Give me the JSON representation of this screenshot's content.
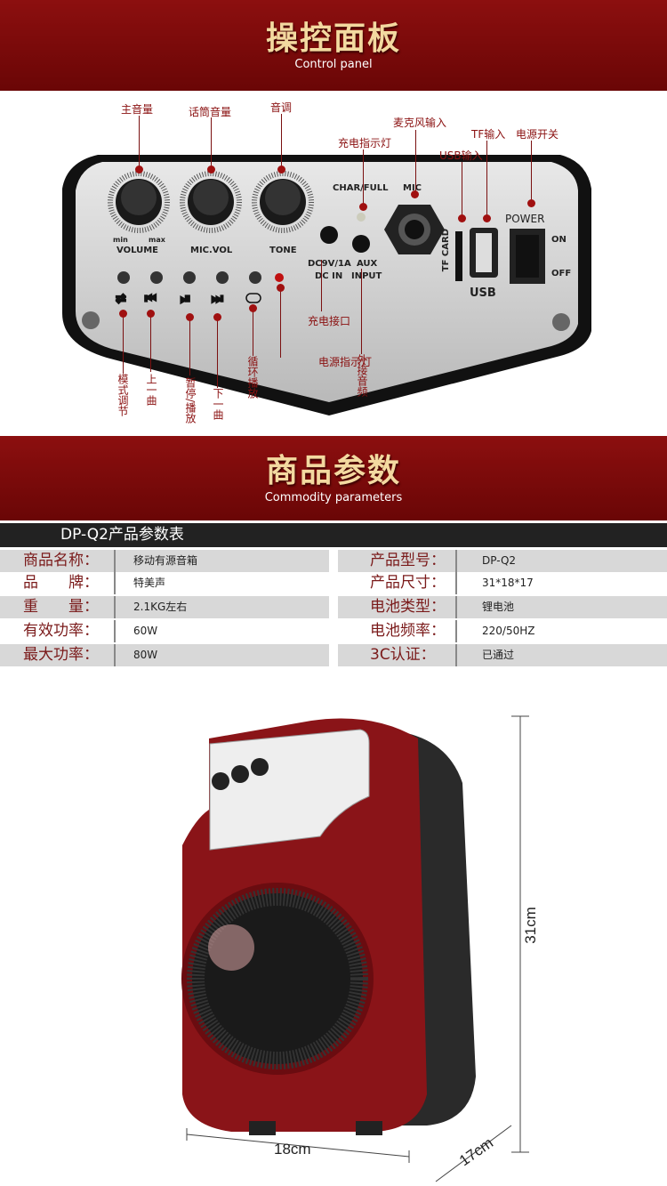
{
  "control_section": {
    "title": "操控面板",
    "subtitle": "Control panel"
  },
  "panel": {
    "callouts": {
      "main_volume": "主音量",
      "mic_volume": "话筒音量",
      "tone": "音调",
      "mic_input": "麦克风输入",
      "charge_indicator": "充电指示灯",
      "usb_input": "USB输入",
      "tf_input": "TF输入",
      "power_switch": "电源开关",
      "charge_port": "充电接口",
      "power_indicator": "电源指示灯",
      "aux_audio": "外接音频",
      "mode": "模式调节",
      "prev": "上一曲",
      "play_pause": "暂停/播放",
      "next": "下一曲",
      "loop": "循环播放"
    },
    "printed": {
      "min": "min",
      "max": "max",
      "volume": "VOLUME",
      "mic_vol": "MIC.VOL",
      "tone": "TONE",
      "char_full": "CHAR/FULL",
      "mic": "MIC",
      "dc": "DC9V/1A",
      "dc_in": "DC IN",
      "aux": "AUX",
      "input": "INPUT",
      "tf_card": "TF CARD",
      "usb": "USB",
      "power": "POWER",
      "on": "ON",
      "off": "OFF"
    }
  },
  "params_section": {
    "title": "商品参数",
    "subtitle": "Commodity parameters"
  },
  "table": {
    "title": "DP-Q2产品参数表",
    "left": [
      {
        "k": "商品名称：",
        "v": "移动有源音箱"
      },
      {
        "k": "品　　牌：",
        "v": "特美声"
      },
      {
        "k": "重　　量：",
        "v": "2.1KG左右"
      },
      {
        "k": "有效功率：",
        "v": "60W"
      },
      {
        "k": "最大功率：",
        "v": "80W"
      }
    ],
    "right": [
      {
        "k": "产品型号：",
        "v": "DP-Q2"
      },
      {
        "k": "产品尺寸：",
        "v": "31*18*17"
      },
      {
        "k": "电池类型：",
        "v": "锂电池"
      },
      {
        "k": "电池频率：",
        "v": "220/50HZ"
      },
      {
        "k": "3C认证：",
        "v": "已通过"
      }
    ]
  },
  "product": {
    "height": "31cm",
    "width": "18cm",
    "depth": "17cm"
  },
  "colors": {
    "banner": "#7a0a0a",
    "title_gold": "#f3d9a0",
    "callout": "#8a1010",
    "speaker_red": "#8a1418"
  }
}
